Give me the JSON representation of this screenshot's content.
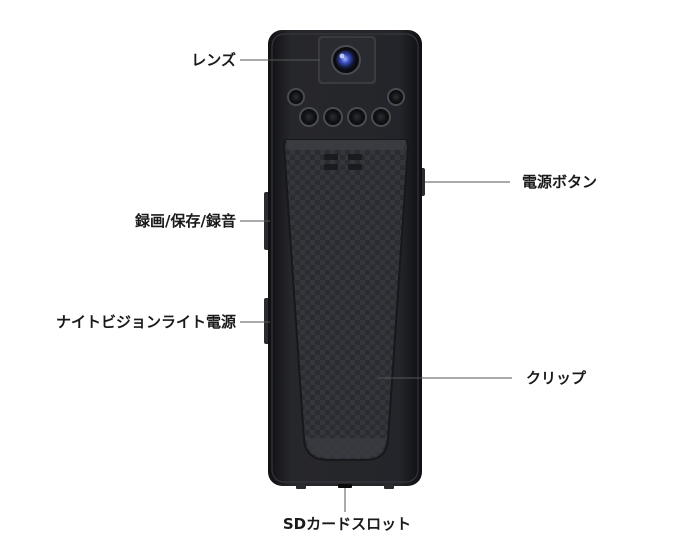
{
  "callouts": {
    "lens": "レンズ",
    "power_button": "電源ボタン",
    "record_save": "録画/保存/録音",
    "night_vision_power": "ナイトビジョンライト電源",
    "clip": "クリップ",
    "sd_slot": "SDカードスロット"
  },
  "colors": {
    "body": "#1c1d20",
    "clip": "#2a2b2f",
    "leader_line": "#555555",
    "text": "#1a1a1a"
  }
}
